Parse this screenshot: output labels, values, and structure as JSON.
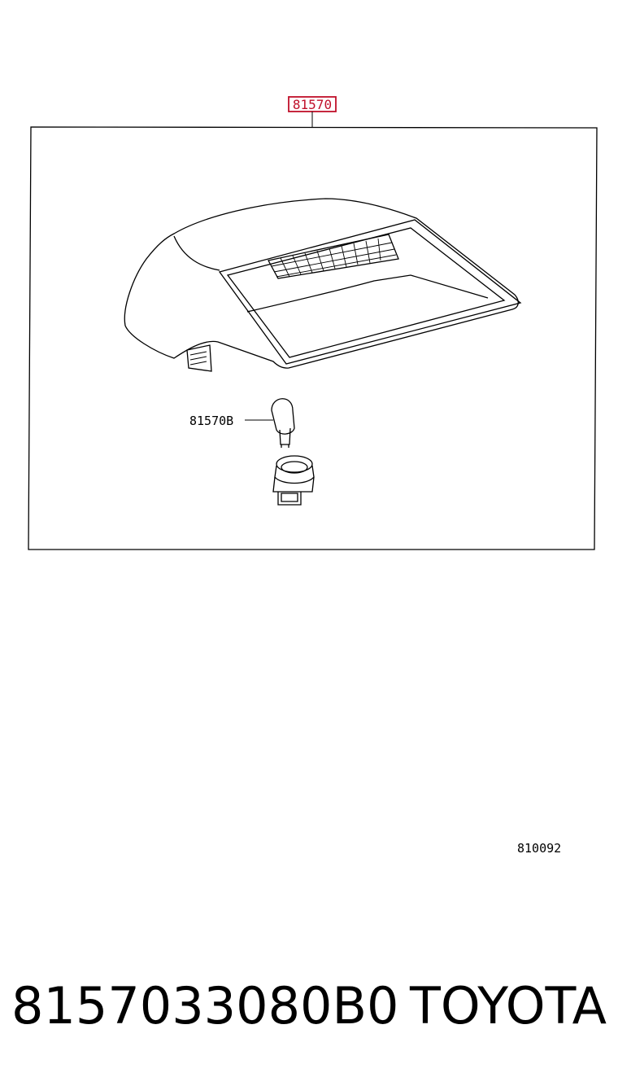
{
  "diagram": {
    "callouts": {
      "main_assembly": "81570",
      "bulb": "81570B"
    },
    "reference_code": "810092",
    "highlight_color": "#c0102a"
  },
  "footer": {
    "part_number": "8157033080B0",
    "brand": "TOYOTA"
  }
}
